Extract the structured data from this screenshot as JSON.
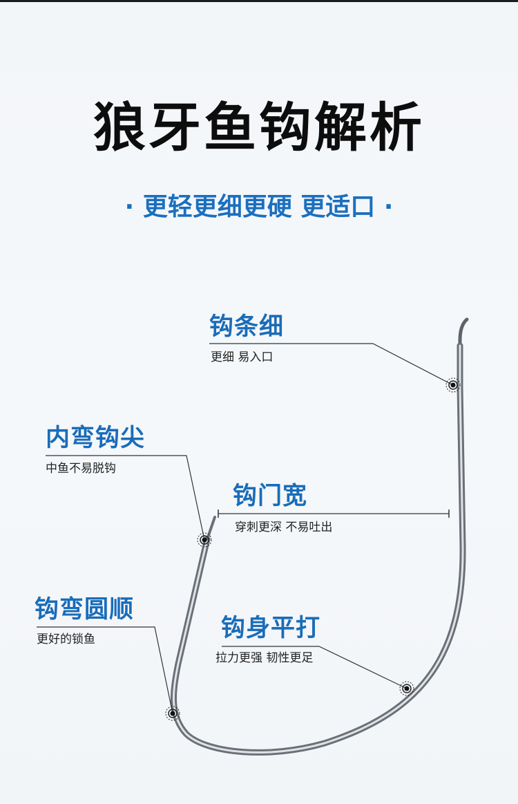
{
  "title": "狼牙鱼钩解析",
  "subtitle": "· 更轻更细更硬 更适口 ·",
  "callouts": {
    "wire": {
      "title": "钩条细",
      "desc": "更细 易入口"
    },
    "tip": {
      "title": "内弯钩尖",
      "desc": "中鱼不易脱钩"
    },
    "gap": {
      "title": "钩门宽",
      "desc": "穿刺更深  不易吐出"
    },
    "bend": {
      "title": "钩弯圆顺",
      "desc": "更好的锁鱼"
    },
    "body": {
      "title": "钩身平打",
      "desc": "拉力更强 韧性更足"
    }
  },
  "colors": {
    "accent": "#1a6cb8",
    "title": "#0d0d0d",
    "line": "#333333"
  }
}
